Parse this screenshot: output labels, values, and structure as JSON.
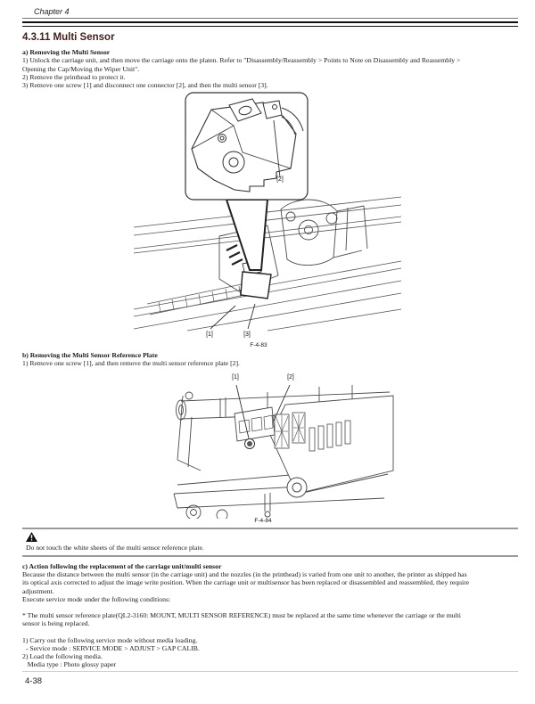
{
  "header": {
    "chapter": "Chapter 4"
  },
  "title": "4.3.11 Multi Sensor",
  "section_a": {
    "heading": "a) Removing the Multi Sensor",
    "lines": [
      "1) Unlock the carriage unit, and then move the carriage onto the platen. Refer to \"Disassembly/Reassembly > Points to Note on Disassembly and Reassembly >",
      "Opening the Cap/Moving the Wiper Unit\".",
      "2) Remove the printhead to protect it.",
      "3) Remove one screw [1] and disconnect one connector [2], and then the multi sensor [3]."
    ]
  },
  "figure1": {
    "caption": "F-4-83",
    "label_1": "[1]",
    "label_2": "[2]",
    "label_3": "[3]"
  },
  "section_b": {
    "heading": "b) Removing the Multi Sensor Reference Plate",
    "lines": [
      "1) Remove one screw [1], and then remove the multi sensor reference plate [2]."
    ]
  },
  "figure2": {
    "caption": "F-4-84",
    "label_1": "[1]",
    "label_2": "[2]"
  },
  "note": {
    "icon": "warning-triangle-icon",
    "text": "Do not touch the white sheets of the multi sensor reference plate."
  },
  "section_c": {
    "heading": "c) Action following the replacement of the carriage unit/multi sensor",
    "lines": [
      "Because the distance between the multi sensor (in the carriage unit) and the nozzles (in the printhead) is varied from one unit to another, the printer as shipped has",
      "its optical axis corrected to adjust the image write position. When the carriage unit or multisensor has been replaced or disassembled and reassembled, they require",
      "adjustment.",
      "Execute service mode under the following conditions:",
      "",
      "* The multi sensor reference plate(QL2-3160: MOUNT, MULTI SENSOR REFERENCE) must be replaced at the same time whenever the carriage or the multi",
      "sensor is being replaced.",
      "",
      "1) Carry out the following service mode without media loading.",
      "  - Service mode : SERVICE MODE > ADJUST > GAP CALIB.",
      "2) Load the following media.",
      "   Media type : Photo glossy paper"
    ]
  },
  "footer": {
    "page_number": "4-38"
  },
  "colors": {
    "title_color": "#42201a",
    "rule_gray": "#9a9a9a",
    "body_text": "#1a1a1a"
  }
}
